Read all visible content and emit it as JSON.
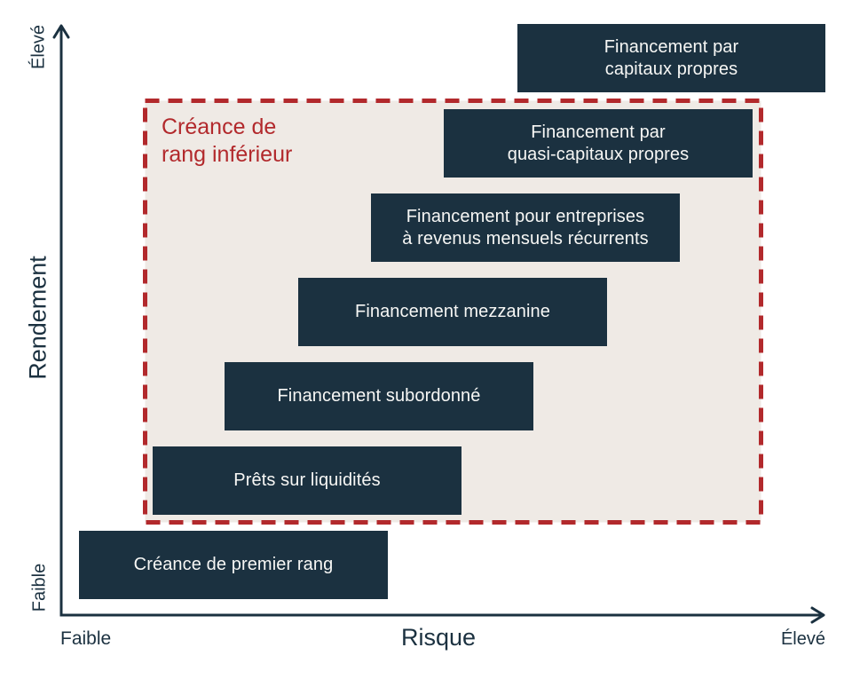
{
  "diagram": {
    "region_label": "Créance de\nrang inférieur",
    "boxes": [
      {
        "label": "Créance de premier rang"
      },
      {
        "label": "Prêts sur liquidités"
      },
      {
        "label": "Financement subordonné"
      },
      {
        "label": "Financement mezzanine"
      },
      {
        "label": "Financement pour entreprises\nà revenus mensuels récurrents"
      },
      {
        "label": "Financement par\nquasi-capitaux propres"
      },
      {
        "label": "Financement par\ncapitaux propres"
      }
    ],
    "x_axis": {
      "title": "Risque",
      "min_label": "Faible",
      "max_label": "Élevé"
    },
    "y_axis": {
      "title": "Rendement",
      "min_label": "Faible",
      "max_label": "Élevé"
    },
    "colors": {
      "box_navy": "#1b3140",
      "box_text": "#f7f7f5",
      "dashed_red": "#b2292c",
      "region_fill": "#efeae5",
      "background": "#ffffff"
    }
  }
}
